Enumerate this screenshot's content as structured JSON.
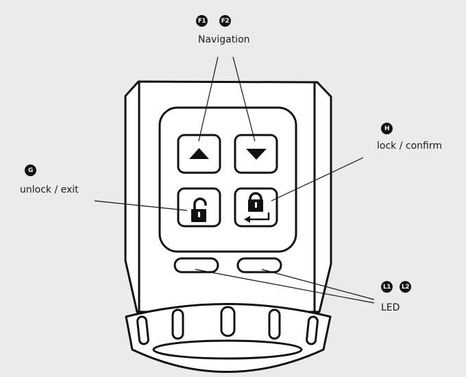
{
  "callouts": {
    "navigation": {
      "badges": [
        "F1",
        "F2"
      ],
      "label": "Navigation"
    },
    "lock_confirm": {
      "badge": "H",
      "label": "lock / confirm"
    },
    "unlock_exit": {
      "badge": "G",
      "label": "unlock / exit"
    },
    "led": {
      "badges": [
        "L1",
        "L2"
      ],
      "label": "LED"
    }
  },
  "device": {
    "buttons": [
      "up-arrow",
      "down-arrow",
      "unlock",
      "lock-enter"
    ],
    "leds": 2
  },
  "colors": {
    "background": "#ebebeb",
    "stroke": "#111111",
    "fill": "#ffffff"
  }
}
